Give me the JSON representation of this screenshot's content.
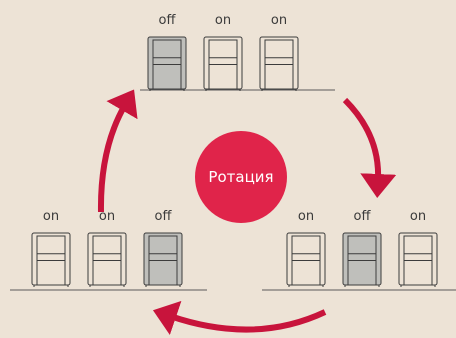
{
  "center": {
    "label": "Ротация"
  },
  "groups": [
    {
      "name": "top",
      "units": [
        {
          "state": "off"
        },
        {
          "state": "on"
        },
        {
          "state": "on"
        }
      ]
    },
    {
      "name": "right",
      "units": [
        {
          "state": "on"
        },
        {
          "state": "off"
        },
        {
          "state": "on"
        }
      ]
    },
    {
      "name": "left",
      "units": [
        {
          "state": "on"
        },
        {
          "state": "on"
        },
        {
          "state": "off"
        }
      ]
    }
  ],
  "colors": {
    "background": "#ede3d6",
    "accent": "#e0244a",
    "arrow": "#c8143c",
    "unit_on": "#ede3d6",
    "unit_off": "#bfbfbb"
  }
}
